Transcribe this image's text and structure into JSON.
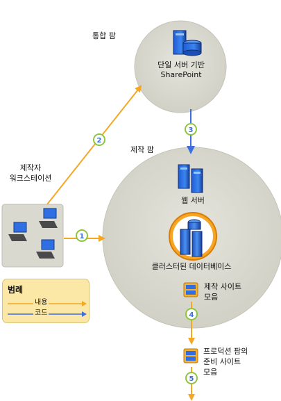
{
  "diagram": {
    "integration_farm": {
      "title": "통합 팜",
      "server_label": "단일 서버 기반",
      "server_product": "SharePoint"
    },
    "authoring_farm": {
      "title": "제작 팜",
      "web_server": "웹 서버",
      "database": "클러스터된 데이터베이스",
      "site_collection": "제작 사이트\n모음"
    },
    "workstations": {
      "title": "제작자\n워크스테이션"
    },
    "preproduction": {
      "label": "프로덕션 팜의\n준비 사이트\n모음"
    },
    "steps": [
      "1",
      "2",
      "3",
      "4",
      "5"
    ],
    "legend": {
      "title": "범례",
      "items": [
        {
          "label": "내용",
          "color": "#f5a623"
        },
        {
          "label": "코드",
          "color": "#3d6fe0"
        }
      ]
    },
    "colors": {
      "content": "#f5a623",
      "code": "#3d6fe0",
      "step_circle": "#8cc63f",
      "farm_fill": "#dcdcd2"
    }
  }
}
